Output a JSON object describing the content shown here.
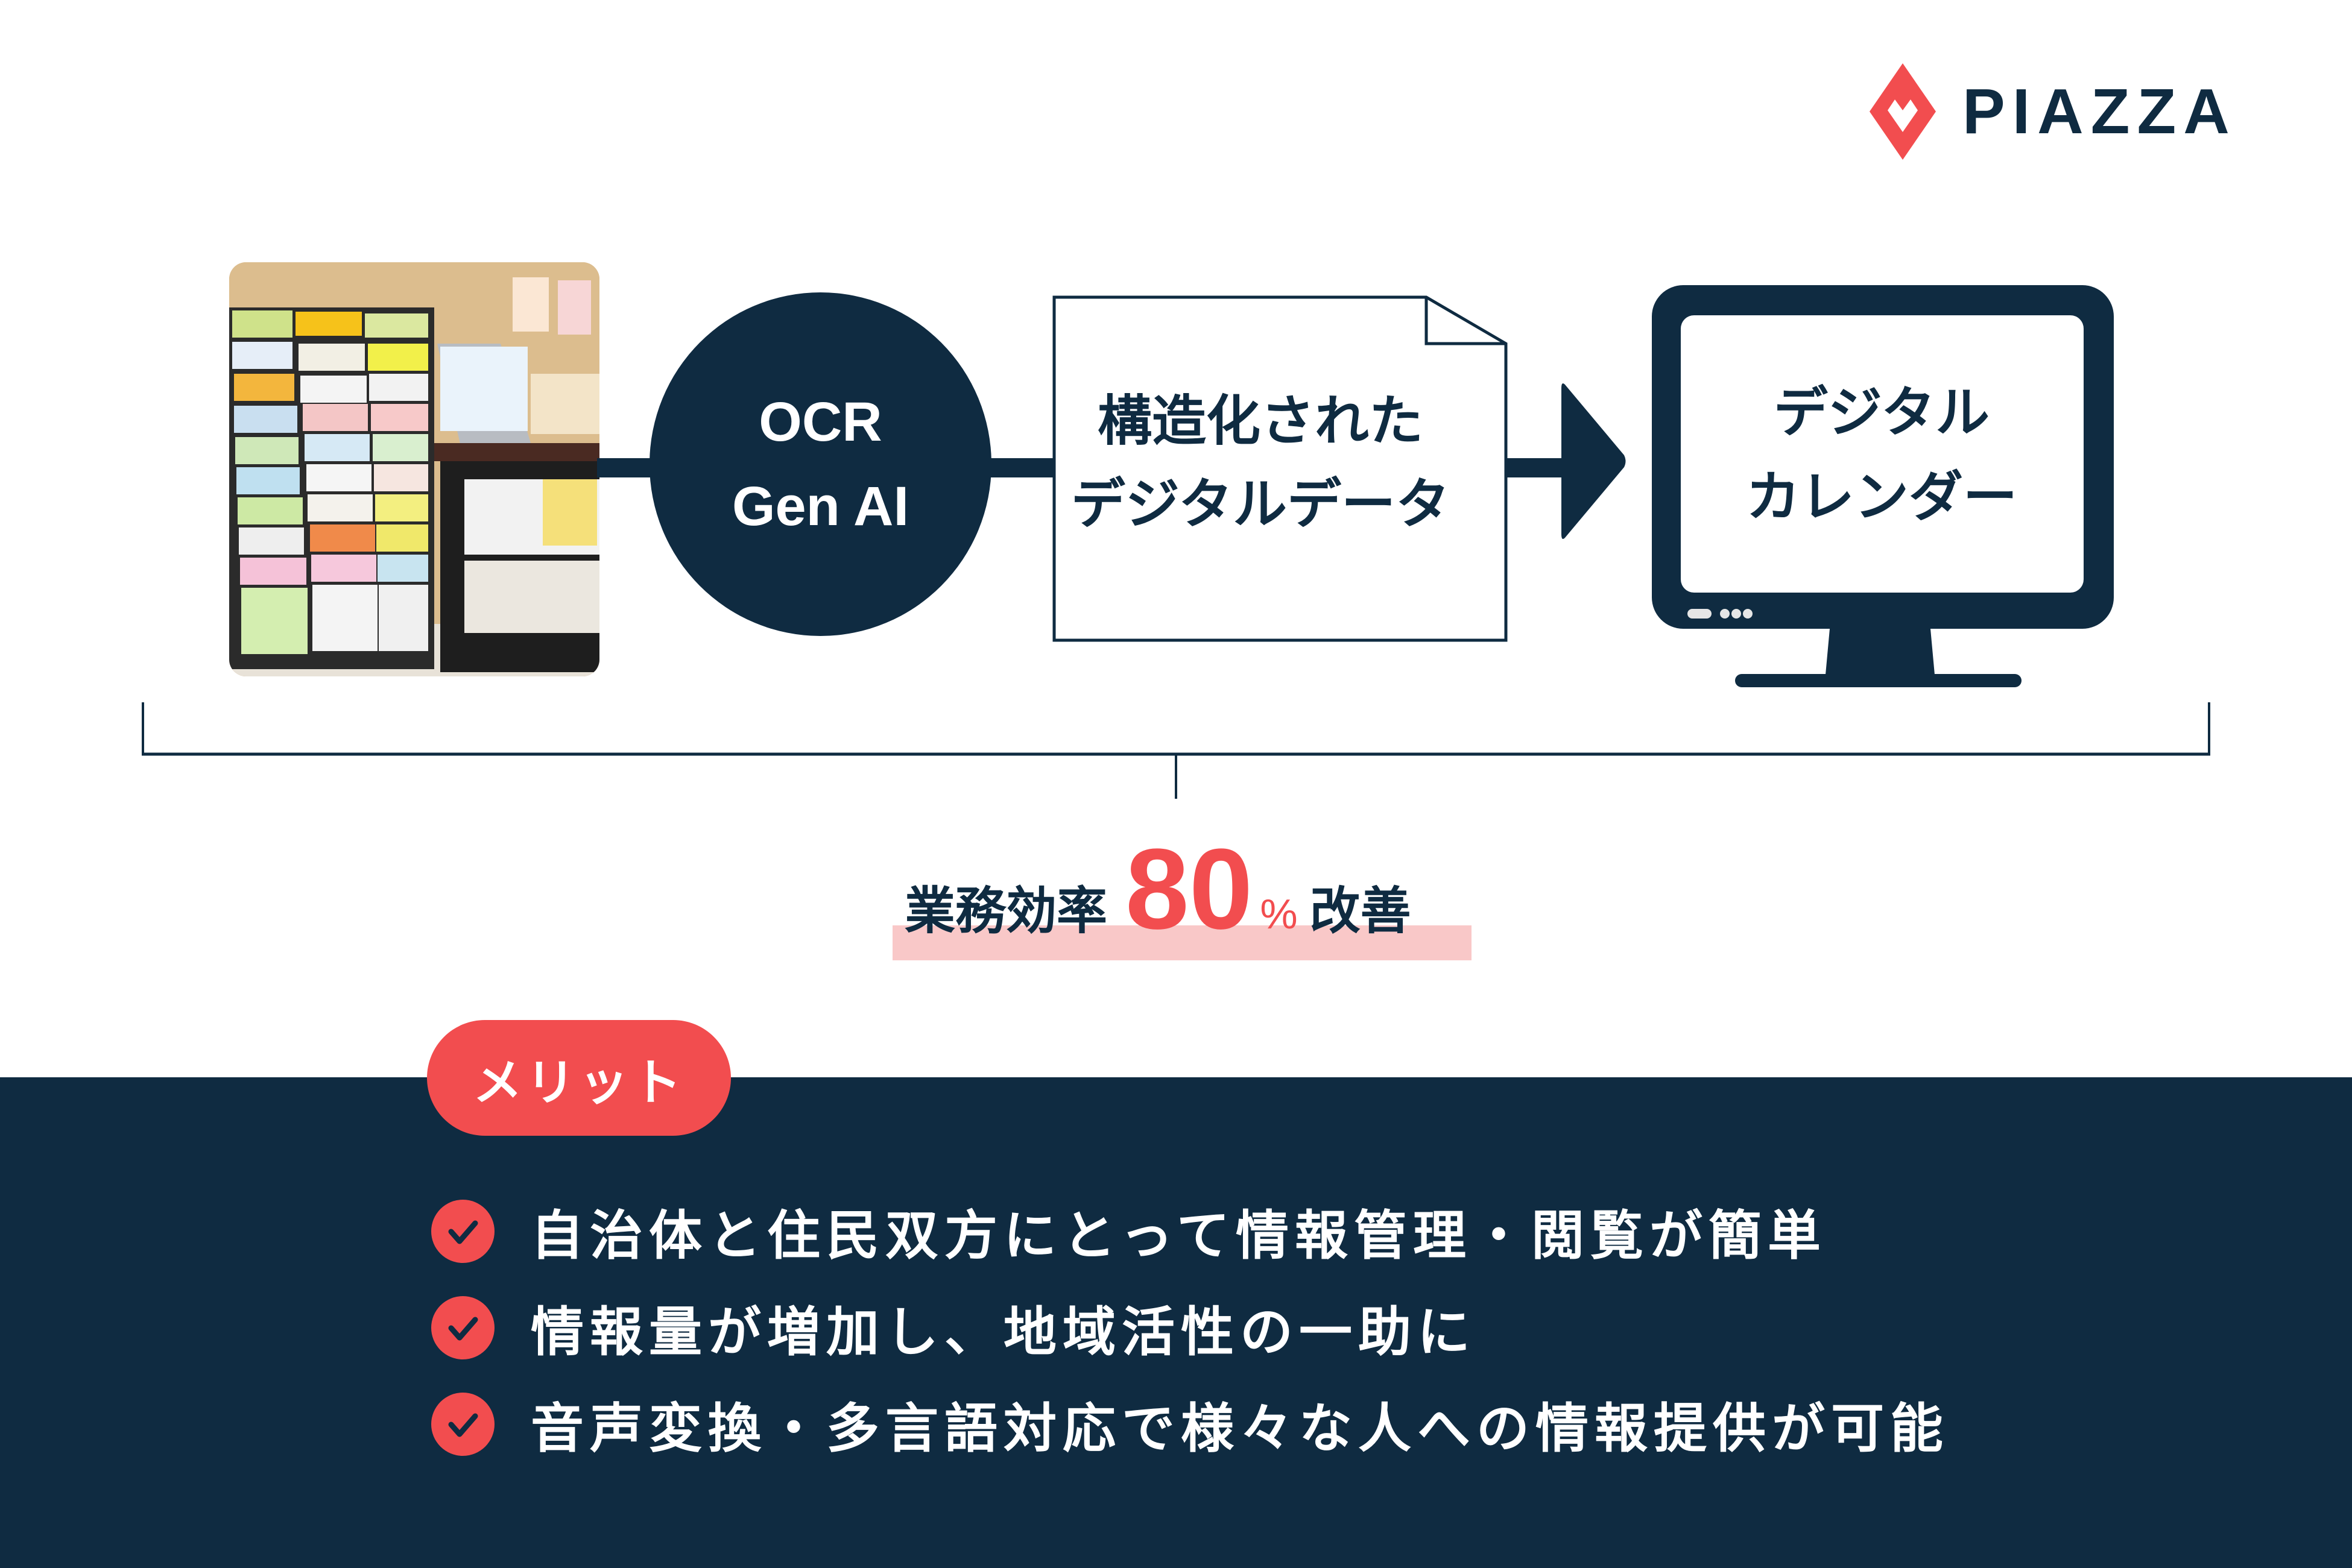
{
  "brand": {
    "logo_text": "PIAZZA",
    "logo_icon": "diamond-heart-icon",
    "colors": {
      "navy": "#0f2b41",
      "coral": "#f24d4f",
      "highlight": "#f9c8c8",
      "white": "#ffffff"
    }
  },
  "flow": {
    "source": {
      "image_alt": "Brochure rack with municipal leaflets and newsletters"
    },
    "process": {
      "line1": "OCR",
      "line2": "Gen AI"
    },
    "output_document": {
      "line1": "構造化された",
      "line2": "デジタルデータ",
      "icon": "document-icon"
    },
    "arrow_icon": "arrow-right-icon",
    "destination": {
      "line1": "デジタル",
      "line2": "カレンダー",
      "icon": "monitor-icon"
    }
  },
  "headline": {
    "label": "業務効率",
    "value": "80",
    "unit": "%",
    "suffix": "改善"
  },
  "merits": {
    "badge": "メリット",
    "items": [
      {
        "icon": "check-circle-icon",
        "text": "自治体と住民双方にとって情報管理・閲覧が簡単"
      },
      {
        "icon": "check-circle-icon",
        "text": "情報量が増加し、地域活性の一助に"
      },
      {
        "icon": "check-circle-icon",
        "text": "音声変換・多言語対応で様々な人への情報提供が可能"
      }
    ]
  }
}
